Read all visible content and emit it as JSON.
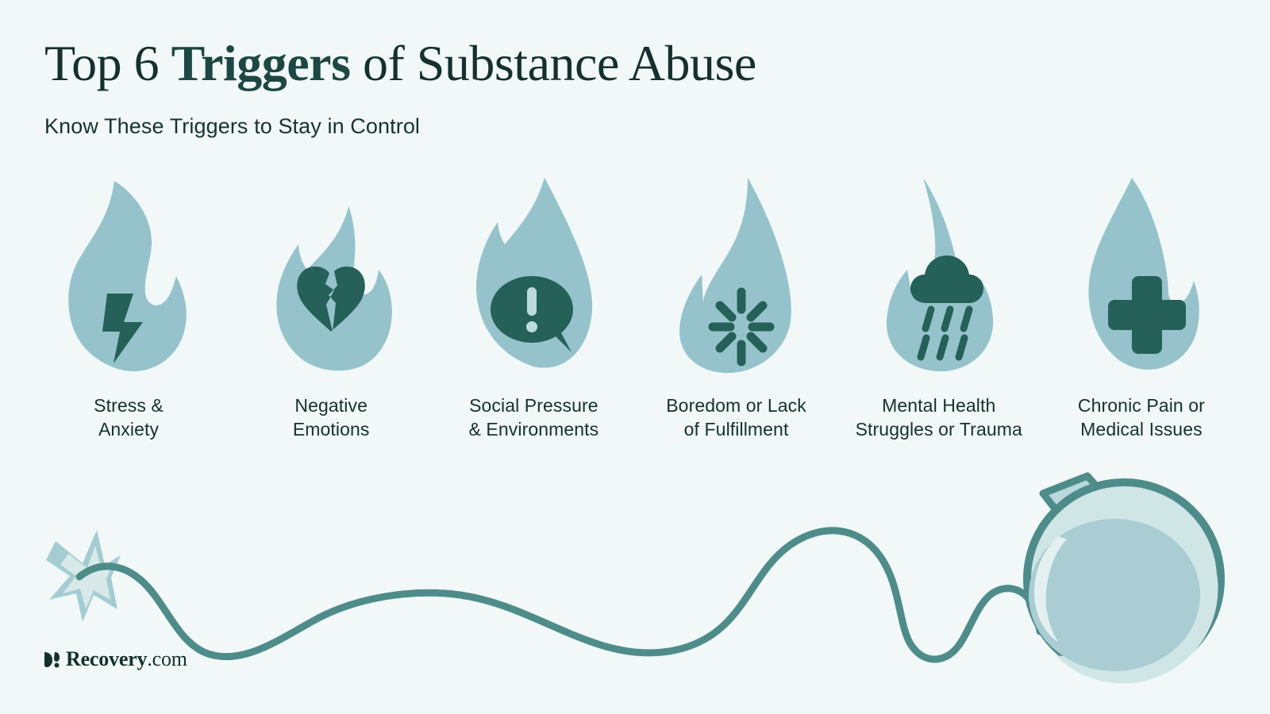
{
  "theme": {
    "background": "#f1f8f7",
    "flame_fill": "#96c3cb",
    "icon_dark": "#256059",
    "title_color": "#15302e",
    "title_accent_color": "#1d4743",
    "fuse_color": "#4e8c8a",
    "bomb_body": "#a9cdd3",
    "bomb_highlight": "#cfe5e6",
    "spark_outer": "#a4ccd2",
    "spark_inner": "#d5e8e7"
  },
  "header": {
    "title_part1": "Top 6 ",
    "title_accent": "Triggers",
    "title_part2": " of Substance Abuse",
    "subtitle": "Know These Triggers to Stay in Control"
  },
  "triggers": [
    {
      "id": "stress-anxiety",
      "icon": "lightning-bolt-icon",
      "label": "Stress &\nAnxiety",
      "line1": "Stress &",
      "line2": "Anxiety"
    },
    {
      "id": "negative-emotions",
      "icon": "broken-heart-icon",
      "label": "Negative\nEmotions",
      "line1": "Negative",
      "line2": "Emotions"
    },
    {
      "id": "social-pressure",
      "icon": "speech-bubble-alert-icon",
      "label": "Social Pressure\n& Environments",
      "line1": "Social Pressure",
      "line2": "& Environments"
    },
    {
      "id": "boredom",
      "icon": "sunburst-spinner-icon",
      "label": "Boredom or Lack\nof Fulfillment",
      "line1": "Boredom or Lack",
      "line2": "of Fulfillment"
    },
    {
      "id": "mental-health",
      "icon": "rain-cloud-icon",
      "label": "Mental Health\nStruggles or Trauma",
      "line1": "Mental Health",
      "line2": "Struggles or Trauma"
    },
    {
      "id": "chronic-pain",
      "icon": "medical-cross-icon",
      "label": "Chronic Pain or\nMedical Issues",
      "line1": "Chronic Pain or",
      "line2": "Medical Issues"
    }
  ],
  "illustration": {
    "spark_icon": "spark-star-icon",
    "fuse_icon": "fuse-line-icon",
    "bomb_icon": "bomb-icon"
  },
  "logo": {
    "mark": "recovery-leaf-icon",
    "brand": "Recovery",
    "tld": ".com"
  }
}
